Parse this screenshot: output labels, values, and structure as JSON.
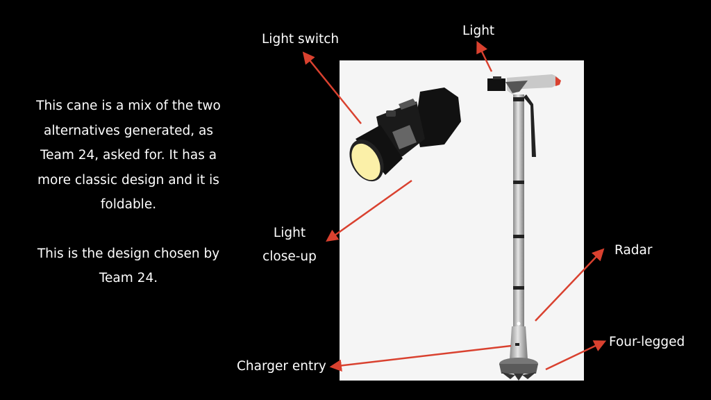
{
  "description": {
    "paragraph1": "This cane is a mix of the two alternatives generated, as Team 24, asked for. It has a more classic design and it is foldable.",
    "paragraph2": "This is the design chosen by Team 24."
  },
  "labels": {
    "light_switch": "Light switch",
    "light": "Light",
    "light_closeup_line1": "Light",
    "light_closeup_line2": "close-up",
    "radar": "Radar",
    "four_legged": "Four-legged",
    "charger_entry": "Charger entry"
  },
  "colors": {
    "background": "#000000",
    "panel": "#f5f5f5",
    "arrow": "#d9412f",
    "lamp_glow": "#fbf0a8",
    "handle_grip": "#c9c9c9"
  }
}
